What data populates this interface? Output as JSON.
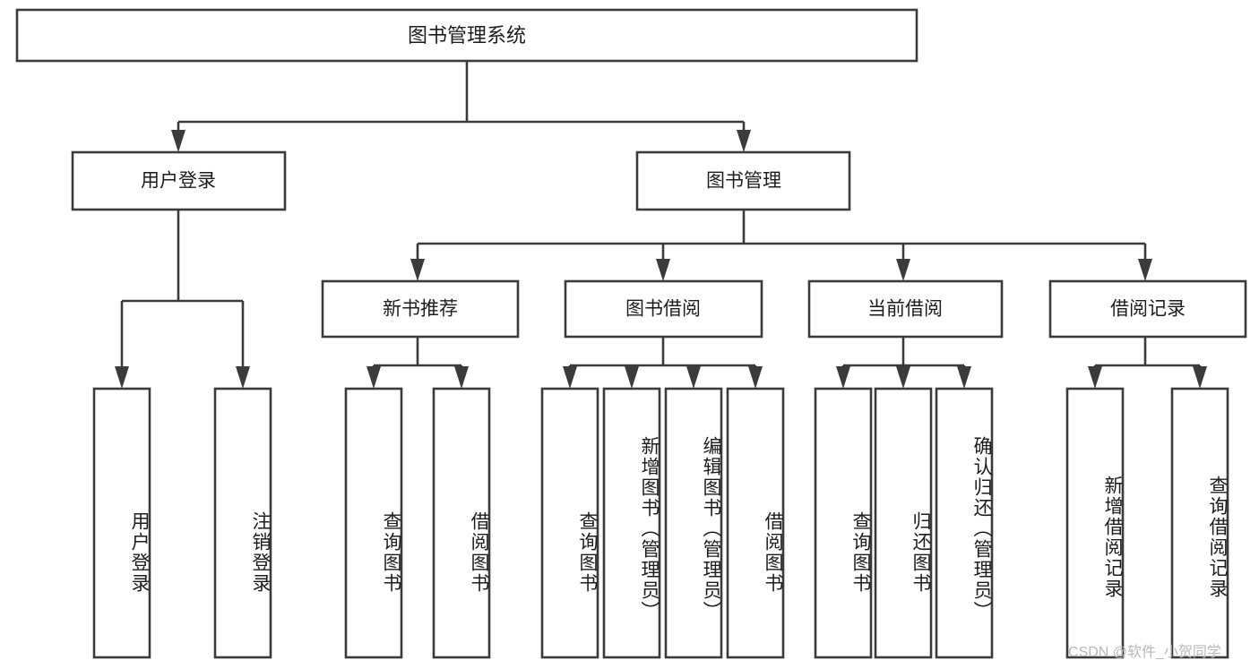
{
  "diagram": {
    "title": "图书管理系统",
    "type": "hierarchy-tree",
    "orientation": "top-down",
    "levels": 4,
    "root": {
      "label": "图书管理系统",
      "id": "root-system"
    },
    "level2": [
      {
        "id": "user-login",
        "label": "用户登录"
      },
      {
        "id": "book-management",
        "label": "图书管理"
      }
    ],
    "level3": [
      {
        "id": "new-book-recommend",
        "label": "新书推荐",
        "parent": "book-management"
      },
      {
        "id": "book-borrow",
        "label": "图书借阅",
        "parent": "book-management"
      },
      {
        "id": "current-borrow",
        "label": "当前借阅",
        "parent": "book-management"
      },
      {
        "id": "borrow-record",
        "label": "借阅记录",
        "parent": "book-management"
      }
    ],
    "leaves": [
      {
        "id": "leaf-user-login",
        "label": "用户登录",
        "parent": "user-login"
      },
      {
        "id": "leaf-logout-login",
        "label": "注销登录",
        "parent": "user-login"
      },
      {
        "id": "leaf-query-book-1",
        "label": "查询图书",
        "parent": "new-book-recommend"
      },
      {
        "id": "leaf-borrow-book-1",
        "label": "借阅图书",
        "parent": "new-book-recommend"
      },
      {
        "id": "leaf-query-book-2",
        "label": "查询图书",
        "parent": "book-borrow"
      },
      {
        "id": "leaf-add-book",
        "label": "新增图书（管理员）",
        "parent": "book-borrow"
      },
      {
        "id": "leaf-edit-book",
        "label": "编辑图书（管理员）",
        "parent": "book-borrow"
      },
      {
        "id": "leaf-borrow-book-2",
        "label": "借阅图书",
        "parent": "book-borrow"
      },
      {
        "id": "leaf-query-book-3",
        "label": "查询图书",
        "parent": "current-borrow"
      },
      {
        "id": "leaf-return-book",
        "label": "归还图书",
        "parent": "current-borrow"
      },
      {
        "id": "leaf-confirm-return",
        "label": "确认归还（管理员）",
        "parent": "current-borrow"
      },
      {
        "id": "leaf-add-record",
        "label": "新增借阅记录",
        "parent": "borrow-record"
      },
      {
        "id": "leaf-query-record",
        "label": "查询借阅记录",
        "parent": "borrow-record"
      }
    ],
    "colors": {
      "stroke": "#3b3b3b",
      "fill": "#ffffff",
      "text": "#1d1d1d",
      "background": "#ffffff",
      "watermark": "#b9b9b9"
    }
  },
  "watermark": {
    "text": "CSDN @软件_小贺同学"
  }
}
